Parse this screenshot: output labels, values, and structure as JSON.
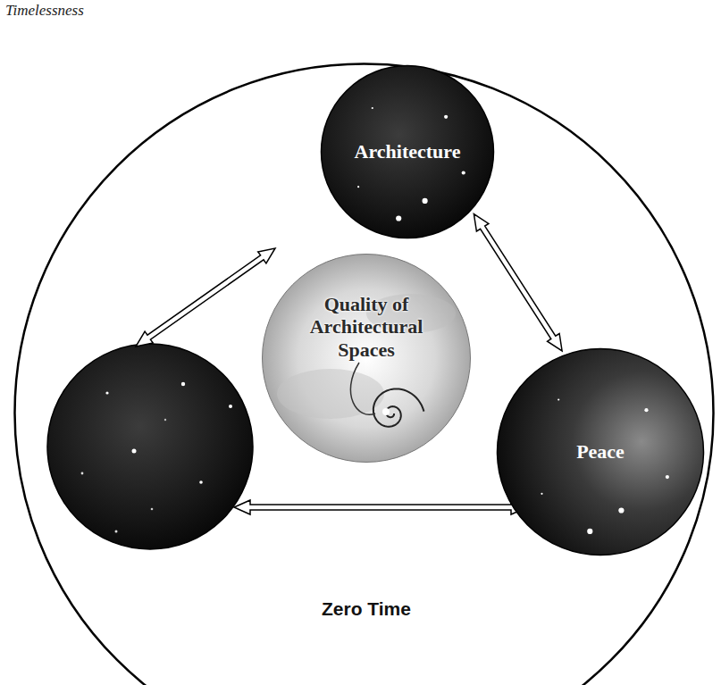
{
  "diagram": {
    "nodes": [
      {
        "text": [
          "Zero Time"
        ]
      },
      {
        "text": [
          "Architecture"
        ],
        "in": 0
      },
      {
        "text": [
          "Quality of Architectural Spaces"
        ],
        "in": 0
      },
      {
        "text": [
          "Peace"
        ],
        "in": 0
      }
    ],
    "edges": [
      {
        "from": 1,
        "to": 3,
        "arrow": "both"
      }
    ],
    "labels": [
      "Timelessness"
    ]
  }
}
